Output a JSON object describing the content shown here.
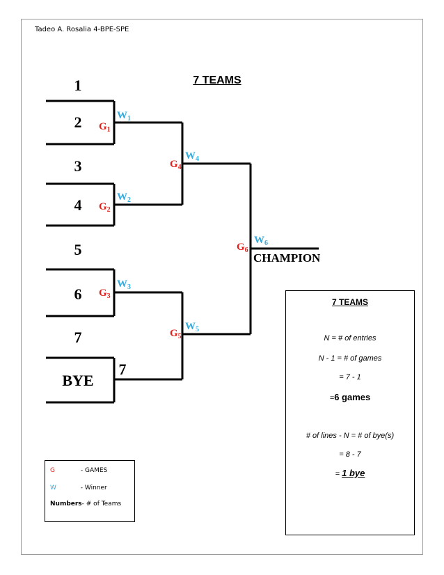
{
  "header": {
    "author_line": "Tadeo A. Rosalia 4-BPE-SPE"
  },
  "title": "7 TEAMS",
  "bracket": {
    "seeds": [
      "1",
      "2",
      "3",
      "4",
      "5",
      "6",
      "7",
      "BYE"
    ],
    "bye_advance": "7",
    "champion": "CHAMPION",
    "games": [
      {
        "g": "G",
        "g_sub": "1",
        "w": "W",
        "w_sub": "1"
      },
      {
        "g": "G",
        "g_sub": "2",
        "w": "W",
        "w_sub": "2"
      },
      {
        "g": "G",
        "g_sub": "3",
        "w": "W",
        "w_sub": "3"
      },
      {
        "g": "G",
        "g_sub": "4",
        "w": "W",
        "w_sub": "4"
      },
      {
        "g": "G",
        "g_sub": "5",
        "w": "W",
        "w_sub": "5"
      },
      {
        "g": "G",
        "g_sub": "6",
        "w": "W",
        "w_sub": "6"
      }
    ],
    "colors": {
      "game": "#e0201a",
      "winner": "#33aadd",
      "line": "#000000"
    }
  },
  "info_box": {
    "title": "7 TEAMS",
    "lines": [
      "N = # of entries",
      "N - 1 = # of games",
      "= 7 - 1",
      "=",
      "6 games",
      "# of lines - N = # of bye(s)",
      "= 8 - 7",
      "=",
      "1 bye"
    ]
  },
  "legend": {
    "g_key": "G",
    "g_desc": "- GAMES",
    "w_key": "W",
    "w_desc": "- Winner",
    "numbers_key": "Numbers",
    "numbers_desc": "- # of Teams"
  }
}
